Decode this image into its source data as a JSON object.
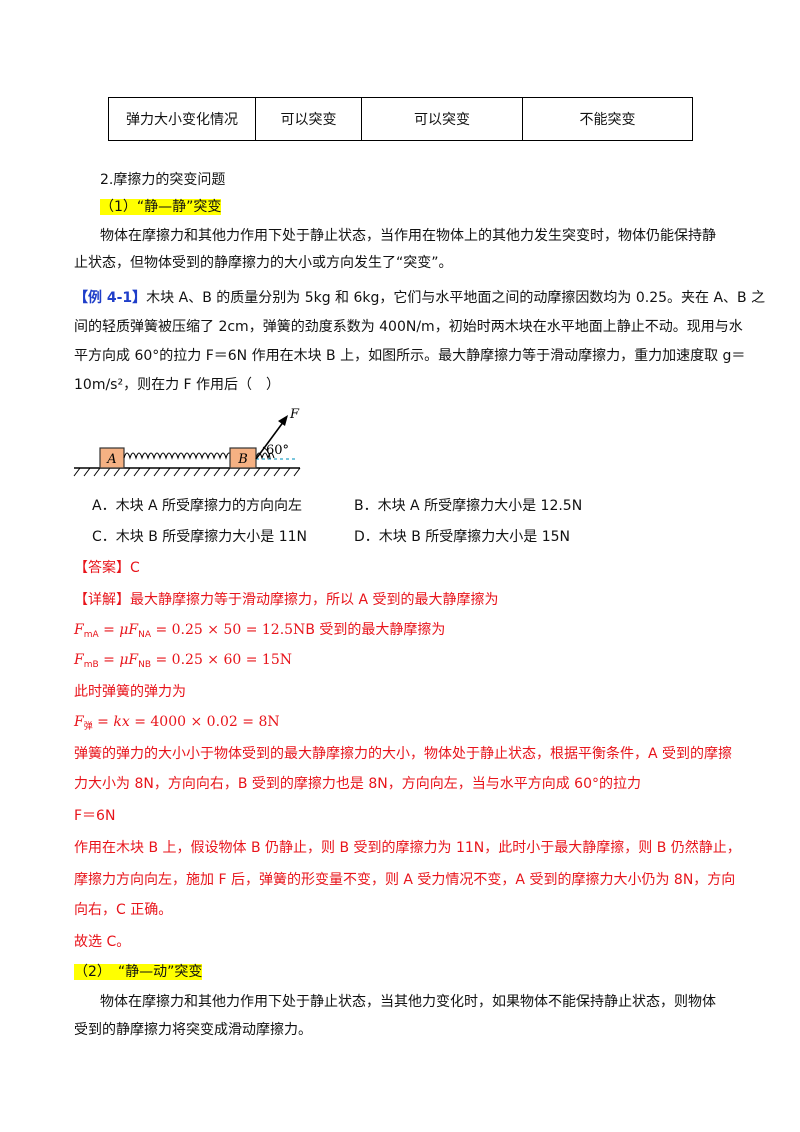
{
  "table": {
    "row_label": "弹力大小变化情况",
    "cells": [
      "可以突变",
      "可以突变",
      "不能突变"
    ]
  },
  "section2": {
    "heading": "2.摩擦力的突变问题",
    "sub1": "（1）“静—静”突变",
    "para1_l1": "物体在摩擦力和其他力作用下处于静止状态，当作用在物体上的其他力发生突变时，物体仍能保持静",
    "para1_l2": "止状态，但物体受到的静摩擦力的大小或方向发生了“突变”。"
  },
  "example": {
    "tag": "【例 4-1】",
    "l1_text": "木块 A、B 的质量分别为 5kg 和 6kg，它们与水平地面之间的动摩擦因数均为 0.25。夹在 A、B 之",
    "l2": "间的轻质弹簧被压缩了 2cm，弹簧的劲度系数为 400N/m，初始时两木块在水平地面上静止不动。现用与水",
    "l3": "平方向成 60°的拉力 F＝6N 作用在木块 B 上，如图所示。最大静摩擦力等于滑动摩擦力，重力加速度取 g＝",
    "l4": "10m/s²，则在力 F 作用后（　）"
  },
  "figure": {
    "block_a": "A",
    "block_b": "B",
    "force": "F",
    "angle": "60°"
  },
  "options": {
    "A": "A．木块 A 所受摩擦力的方向向左",
    "B": "B．木块 A 所受摩擦力大小是 12.5N",
    "C": "C．木块 B 所受摩擦力大小是 11N",
    "D": "D．木块 B 所受摩擦力大小是 15N"
  },
  "answer": "【答案】C",
  "detail": {
    "l1": "【详解】最大静摩擦力等于滑动摩擦力，所以 A 受到的最大静摩擦为",
    "eq1": "F_mA = μF_NA = 0.25 × 50 = 12.5N",
    "eq1_tail": "B 受到的最大静摩擦为",
    "eq2": "F_mB = μF_NB = 0.25 × 60 = 15N",
    "l4": "此时弹簧的弹力为",
    "eq3": "F_弹 = kx = 4000 × 0.02 = 8N",
    "l6": "弹簧的弹力的大小小于物体受到的最大静摩擦力的大小，物体处于静止状态，根据平衡条件，A 受到的摩擦",
    "l7": "力大小为 8N，方向向右，B 受到的摩擦力也是 8N，方向向左，当与水平方向成 60°的拉力",
    "l8": "F＝6N",
    "l9": "作用在木块 B 上，假设物体 B 仍静止，则 B 受到的摩擦力为 11N，此时小于最大静摩擦，则 B 仍然静止，",
    "l10": "摩擦力方向向左，施加 F 后，弹簧的形变量不变，则 A 受力情况不变，A 受到的摩擦力大小仍为 8N，方向",
    "l11": "向右，C 正确。",
    "l12": "故选 C。"
  },
  "section3": {
    "sub2": "（2）　“静—动”突变",
    "para2_l1": "物体在摩擦力和其他力作用下处于静止状态，当其他力变化时，如果物体不能保持静止状态，则物体",
    "para2_l2": "受到的静摩擦力将突变成滑动摩擦力。"
  },
  "colors": {
    "red": "#e8141b",
    "blue": "#1f3ec9",
    "highlight": "#ffff00",
    "block_fill": "#f5b183",
    "dashed": "#2aa4c8"
  }
}
